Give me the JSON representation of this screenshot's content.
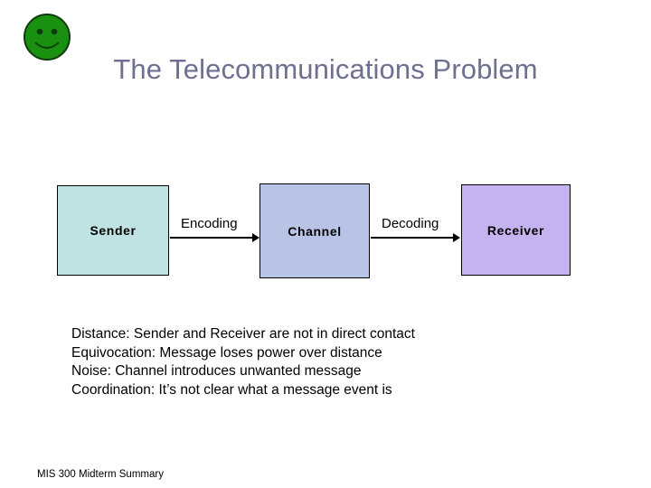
{
  "slide": {
    "background_color": "#ffffff",
    "title": "The Telecommunications Problem",
    "title_color": "#6f6f92",
    "logo": {
      "icon": "smiley-face-icon",
      "fill_color": "#1a9010",
      "stroke_color": "#0d3a0a"
    },
    "footer": "MIS 300 Midterm Summary"
  },
  "diagram": {
    "type": "flow",
    "nodes": [
      {
        "id": "sender",
        "label": "Sender",
        "color": "#bfe2e3"
      },
      {
        "id": "channel",
        "label": "Channel",
        "color": "#b8c3e5"
      },
      {
        "id": "receiver",
        "label": "Receiver",
        "color": "#c4b3ef"
      }
    ],
    "arrows": [
      {
        "id": "encoding",
        "label": "Encoding",
        "from": "sender",
        "to": "channel"
      },
      {
        "id": "decoding",
        "label": "Decoding",
        "from": "channel",
        "to": "receiver"
      }
    ]
  },
  "body": {
    "lines": [
      "Distance: Sender and Receiver are not in direct contact",
      "Equivocation: Message loses power over distance",
      "Noise: Channel introduces unwanted message",
      "Coordination: It’s not clear what a message event is"
    ]
  }
}
